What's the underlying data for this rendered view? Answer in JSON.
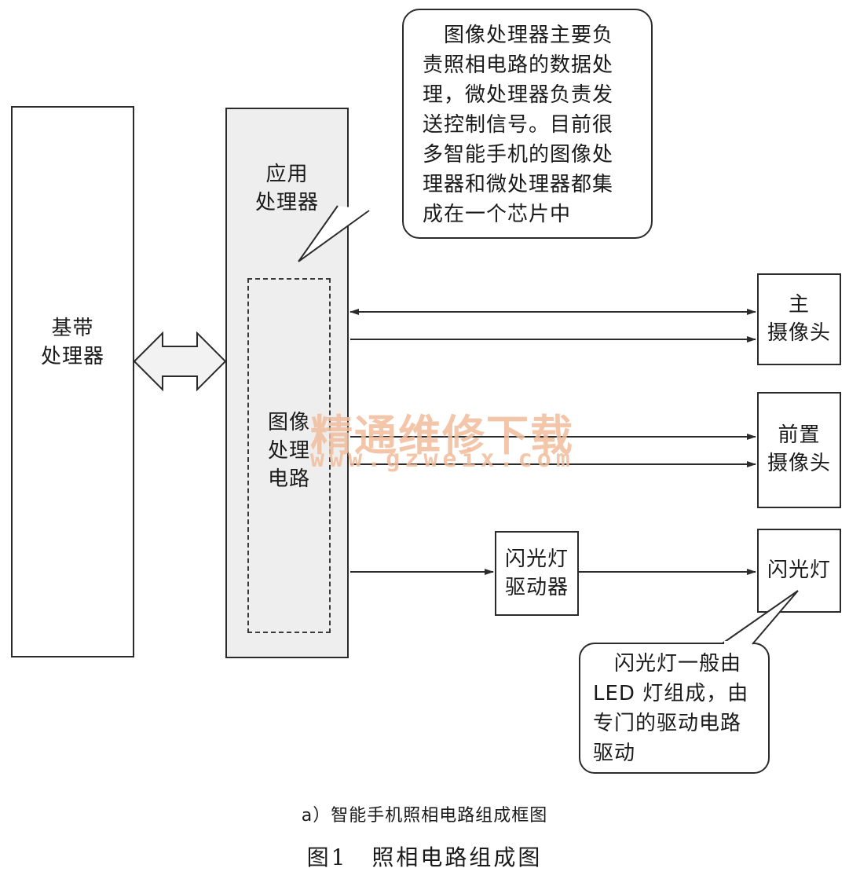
{
  "nodes": {
    "baseband": "基带\n处理器",
    "app_processor": "应用\n处理器",
    "isp": "图像\n处理\n电路",
    "main_camera": "主\n摄像头",
    "front_camera": "前置\n摄像头",
    "flash_driver": "闪光灯\n驱动器",
    "flash": "闪光灯"
  },
  "callouts": {
    "top": "　图像处理器主要负\n责照相电路的数据处\n理，微处理器负责发\n送控制信号。目前很\n多智能手机的图像处\n理器和微处理器都集\n成在一个芯片中",
    "bottom": "　闪光灯一般由\nLED 灯组成，由\n专门的驱动电路\n驱动"
  },
  "watermark": {
    "cn": "精通维修下载",
    "url": "www.gzweix.com"
  },
  "captions": {
    "sub": "a）智能手机照相电路组成框图",
    "figure": "图1　照相电路组成图"
  },
  "colors": {
    "line": "#2b2b2b",
    "app_proc_fill": "#efeeee",
    "arrow_fill": "#f2f2f2",
    "watermark": "#f1bd9c"
  }
}
